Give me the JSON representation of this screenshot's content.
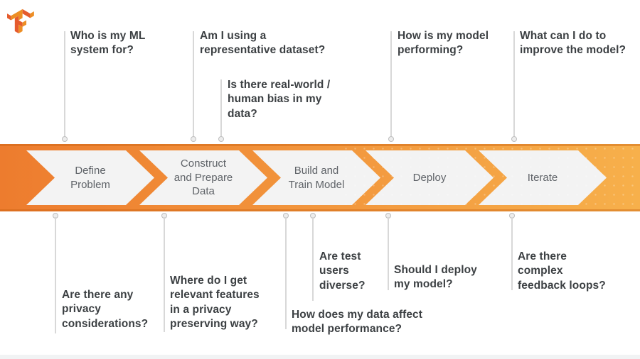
{
  "logo": {
    "label": "tensorflow-logo"
  },
  "pipeline": {
    "stages": [
      {
        "label": "Define\nProblem"
      },
      {
        "label": "Construct\nand Prepare\nData"
      },
      {
        "label": "Build and\nTrain Model"
      },
      {
        "label": "Deploy"
      },
      {
        "label": "Iterate"
      }
    ],
    "colors": {
      "band_left": "#ED7C2E",
      "band_right": "#F7B04B",
      "band_edge": "#C65C0D",
      "segment_fill": "#F3F3F3",
      "stage_label": "#5F6368"
    }
  },
  "questions": {
    "top": [
      {
        "text": "Who is my ML system for?"
      },
      {
        "text": "Am I using a representative dataset?"
      },
      {
        "text": "Is there real-world / human bias in my data?"
      },
      {
        "text": "How is my model performing?"
      },
      {
        "text": "What can I do to improve the model?"
      }
    ],
    "bottom": [
      {
        "text": "Are there any privacy considerations?"
      },
      {
        "text": "Where do I get relevant features in a privacy preserving way?"
      },
      {
        "text": "How does my data affect model performance?"
      },
      {
        "text": "Are test users diverse?"
      },
      {
        "text": "Should I deploy my model?"
      },
      {
        "text": "Are there complex feedback loops?"
      }
    ]
  }
}
